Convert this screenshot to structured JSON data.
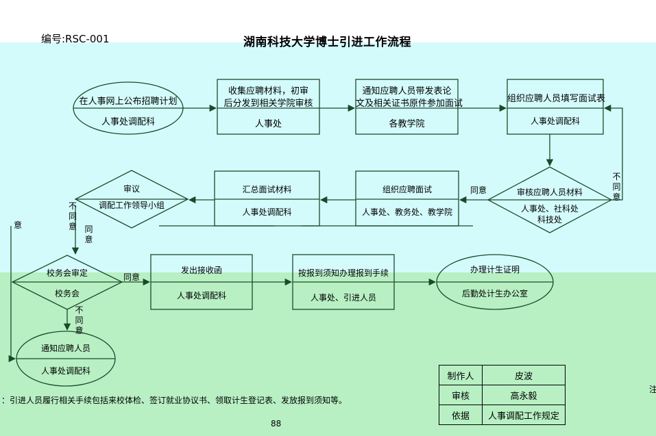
{
  "header": {
    "code": "编号:RSC-001",
    "title": "湖南科技大学博士引进工作流程"
  },
  "nodes": {
    "n1": {
      "title": "在人事网上公布招聘计划",
      "dept": "人事处调配科"
    },
    "n2": {
      "title_line1": "收集应聘材料，初审",
      "title_line2": "后分发到相关学院审核",
      "dept": "人事处"
    },
    "n3": {
      "title_line1": "通知应聘人员带发表论",
      "title_line2": "文及相关证书原件参加面试",
      "dept": "各教学院"
    },
    "n4": {
      "title": "组织应聘人员填写面试表",
      "dept": "人事处调配科"
    },
    "n5": {
      "title": "审核应聘人员材料",
      "dept": "人事处、社科处",
      "dept2": "科技处"
    },
    "n6": {
      "title": "组织应聘面试",
      "dept": "人事处、教务处、教学院"
    },
    "n7": {
      "title": "汇总面试材料",
      "dept": "人事处调配科"
    },
    "n8": {
      "title": "审议",
      "dept": "调配工作领导小组"
    },
    "n9": {
      "title": "校务会审定",
      "dept": "校务会"
    },
    "n10": {
      "title": "发出接收函",
      "dept": "人事处调配科"
    },
    "n11": {
      "title": "按报到须知办理报到手续",
      "dept": "人事处、引进人员"
    },
    "n12": {
      "title": "办理计生证明",
      "dept": "后勤处计生办公室"
    },
    "n13": {
      "title": "通知应聘人员",
      "dept": "人事处调配科"
    }
  },
  "edge_labels": {
    "agree": "同意",
    "disagree": "不同意",
    "left_agree": "意",
    "label_n5_agree": "同意",
    "label_n9_agree": "同意"
  },
  "info_table": {
    "made_by_key": "制作人",
    "made_by_val": "皮波",
    "review_key": "审核",
    "review_val": "高永毅",
    "basis_key": "依据",
    "basis_val": "人事调配工作规定"
  },
  "note": "：引进人员履行相关手续包括来校体检、签订就业协议书、领取计生登记表、发放报到须知等。",
  "corner_mark": "注",
  "page_number": "88"
}
